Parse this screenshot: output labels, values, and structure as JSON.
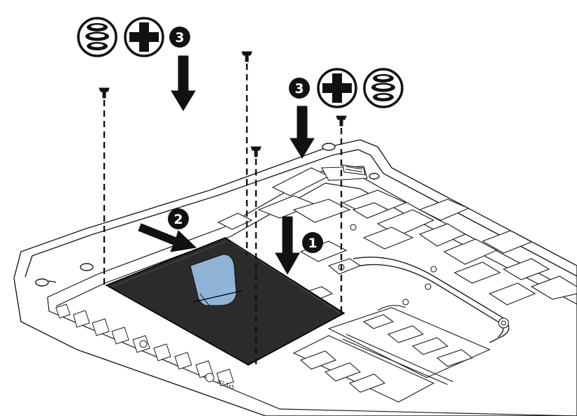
{
  "callouts": [
    {
      "id": "step-1",
      "number": "1"
    },
    {
      "id": "step-2",
      "number": "2"
    },
    {
      "id": "step-3-left",
      "number": "3"
    },
    {
      "id": "step-3-right",
      "number": "3"
    }
  ],
  "icons": {
    "screw_stack": "stacked-screws-icon",
    "phillips": "phillips-screwdriver-icon"
  },
  "labels": {
    "screw_size": "M2.5x5"
  },
  "colors": {
    "outline": "#1a1a1a",
    "drive": "#2b2b2b",
    "tab": "#8fb4d6",
    "badge_fill": "#111111",
    "badge_text": "#ffffff"
  }
}
